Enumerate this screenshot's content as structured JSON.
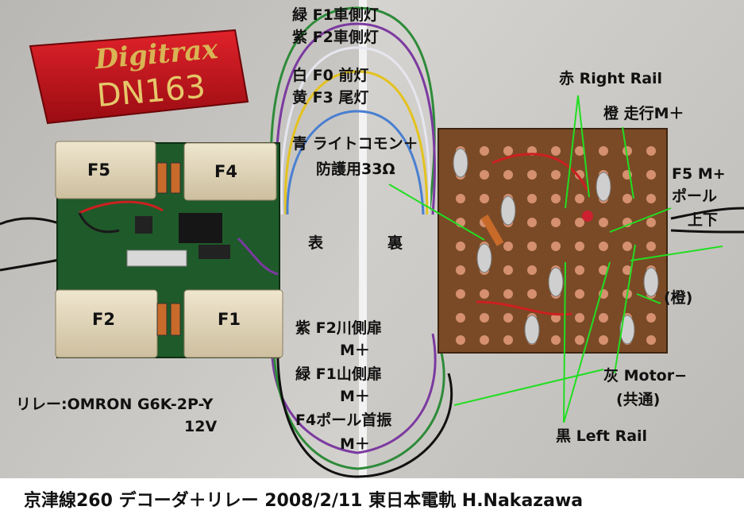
{
  "decoder": {
    "brand": "Digitrax",
    "model": "DN163"
  },
  "relay_labels": [
    "F5",
    "F4",
    "F2",
    "F1"
  ],
  "wire_labels": [
    "緑 F1車側灯",
    "紫 F2車側灯",
    "白 F0  前灯",
    "黄 F3  尾灯",
    "青 ライトコモン＋",
    "防護用33Ω",
    "表",
    "裏",
    "紫 F2川側扉",
    "M＋",
    "緑 F1山側扉",
    "M＋",
    "F4ポール首振",
    "M＋"
  ],
  "board_labels": [
    "赤 Right Rail",
    "橙 走行M＋",
    "F5 M+",
    "ポール",
    "上下",
    "(橙)",
    "灰 Motor−",
    "(共通)",
    "黒 Left Rail"
  ],
  "relay_note": {
    "line1": "リレー:OMRON G6K-2P-Y",
    "line2": "12V"
  },
  "footer": "京津線260  デコーダ＋リレー  2008/2/11 東日本電軌  H.Nakazawa",
  "colors": {
    "background": "#ffffff",
    "pcb_green": "#1f5a2a",
    "relay_body": "#e8dcc0",
    "perfboard": "#7a4a26",
    "decoder_wrap": "#c8141a",
    "pointer_lines": "#22dd22"
  }
}
